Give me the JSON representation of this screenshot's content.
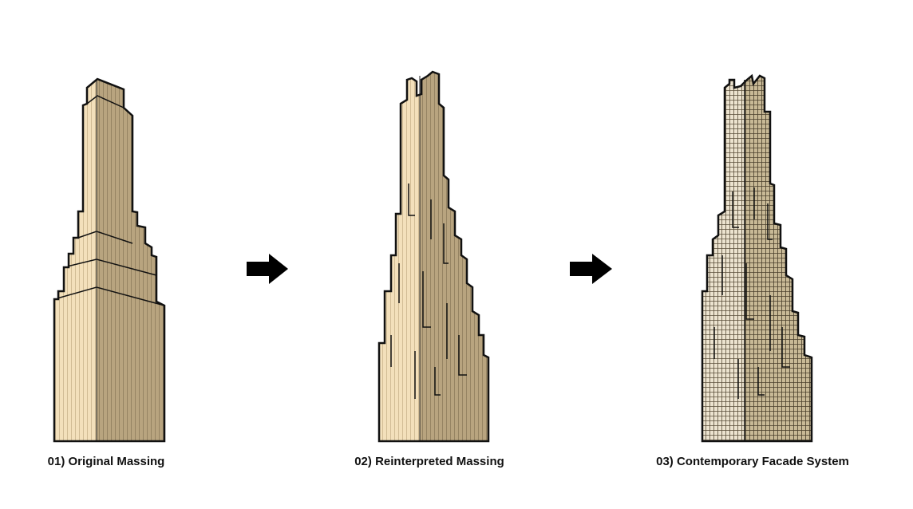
{
  "colors": {
    "light_face": "#f3e0bb",
    "dark_face": "#b8a47f",
    "outline": "#111111",
    "arrow": "#000000"
  },
  "stages": [
    {
      "label": "01) Original Massing"
    },
    {
      "label": "02) Reinterpreted Massing"
    },
    {
      "label": "03) Contemporary Facade System"
    }
  ],
  "arrows": [
    {
      "icon": "arrow-right-icon"
    },
    {
      "icon": "arrow-right-icon"
    }
  ]
}
